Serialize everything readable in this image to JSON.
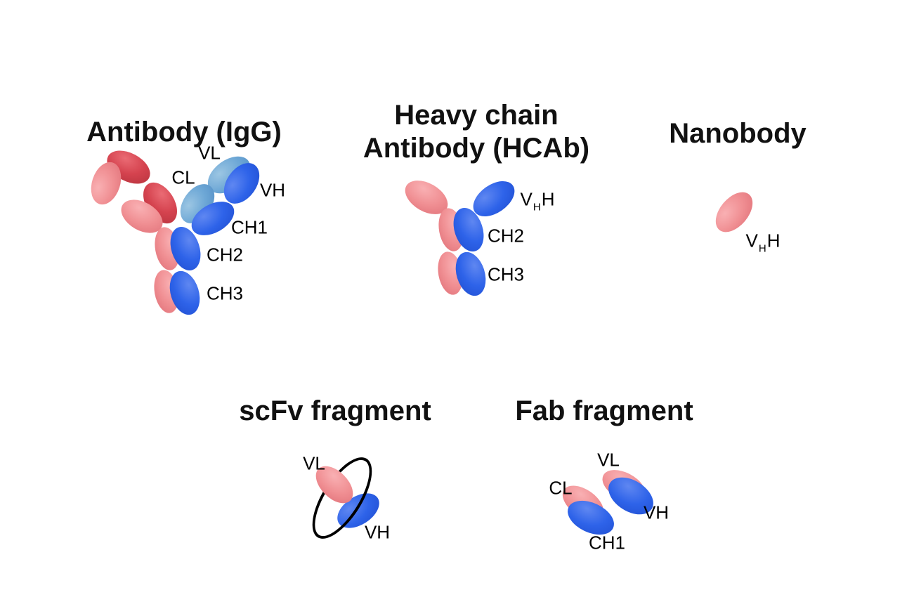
{
  "palette": {
    "dark_red": "#d5434f",
    "light_pink": "#f08f93",
    "light_blue": "#6ea8d6",
    "dark_blue": "#2e63e9",
    "linker_black": "#000000",
    "title_text": "#111111",
    "label_text": "#000000",
    "background": "#ffffff"
  },
  "panels": {
    "igg": {
      "title": "Antibody (IgG)",
      "labels": {
        "vl": "VL",
        "cl": "CL",
        "vh": "VH",
        "ch1": "CH1",
        "ch2": "CH2",
        "ch3": "CH3"
      }
    },
    "hcab": {
      "title_line1": "Heavy chain",
      "title_line2": "Antibody (HCAb)",
      "labels": {
        "vhh_v": "V",
        "vhh_sub": "H",
        "vhh_h": "H",
        "ch2": "CH2",
        "ch3": "CH3"
      }
    },
    "nanobody": {
      "title": "Nanobody",
      "labels": {
        "vhh_v": "V",
        "vhh_sub": "H",
        "vhh_h": "H"
      }
    },
    "scfv": {
      "title": "scFv fragment",
      "labels": {
        "vl": "VL",
        "vh": "VH"
      }
    },
    "fab": {
      "title": "Fab fragment",
      "labels": {
        "vl": "VL",
        "cl": "CL",
        "vh": "VH",
        "ch1": "CH1"
      }
    }
  }
}
